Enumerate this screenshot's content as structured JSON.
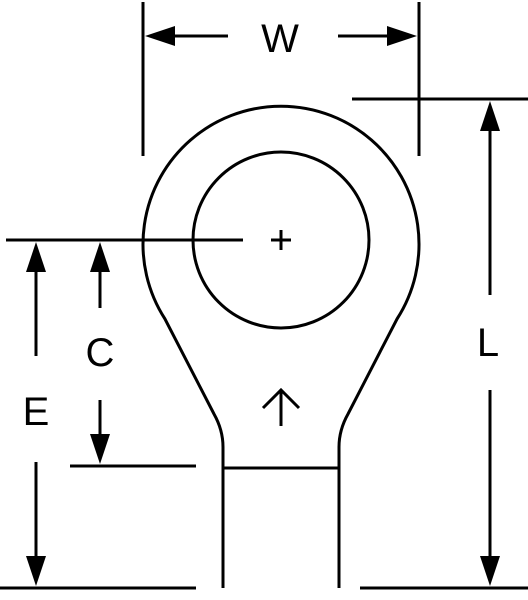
{
  "labels": {
    "width": "W",
    "length": "L",
    "center_to_barrel": "C",
    "center_to_end": "E"
  },
  "colors": {
    "line": "#000000",
    "background": "#ffffff"
  }
}
